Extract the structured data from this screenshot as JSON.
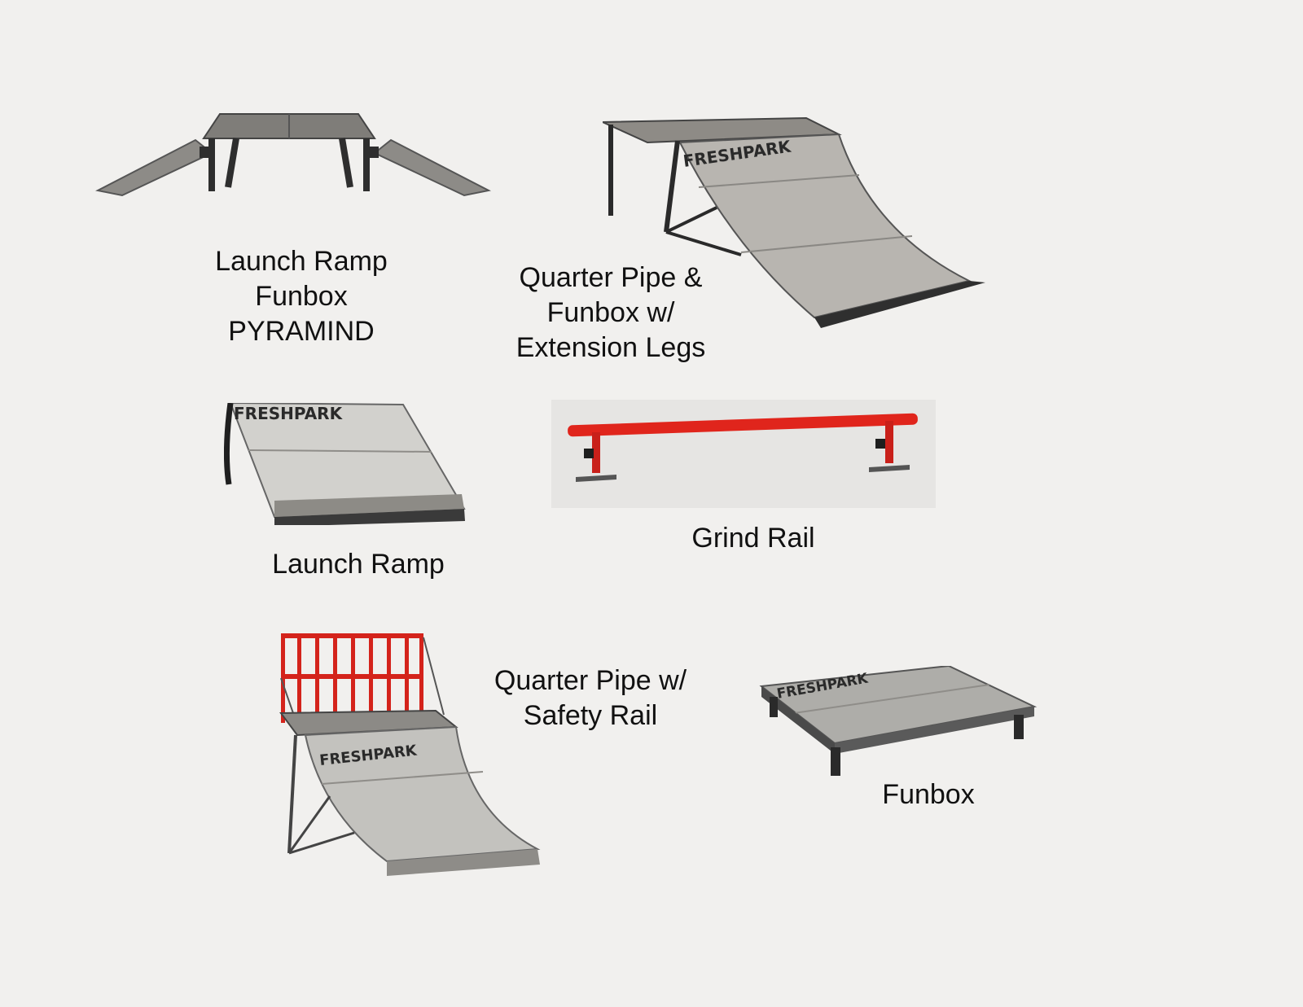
{
  "items": [
    {
      "id": "pyramid",
      "lines": [
        "Launch Ramp",
        "Funbox",
        "PYRAMIND"
      ]
    },
    {
      "id": "quarter-funbox",
      "lines": [
        "Quarter Pipe &",
        "Funbox w/",
        "Extension Legs"
      ],
      "brand": "FRESHPARK"
    },
    {
      "id": "launch-ramp",
      "lines": [
        "Launch Ramp"
      ],
      "brand": "FRESHPARK"
    },
    {
      "id": "grind-rail",
      "lines": [
        "Grind Rail"
      ],
      "rail_color": "#e0251c"
    },
    {
      "id": "quarter-safety",
      "lines": [
        "Quarter Pipe w/",
        "Safety Rail"
      ],
      "brand": "FRESHPARK",
      "rail_color": "#d4231b"
    },
    {
      "id": "funbox",
      "lines": [
        "Funbox"
      ],
      "brand": "FRESHPARK"
    }
  ],
  "colors": {
    "background": "#f1f0ee",
    "deck": "#bdbcb8",
    "steel": "#3e3e3e",
    "red": "#e0251c"
  }
}
